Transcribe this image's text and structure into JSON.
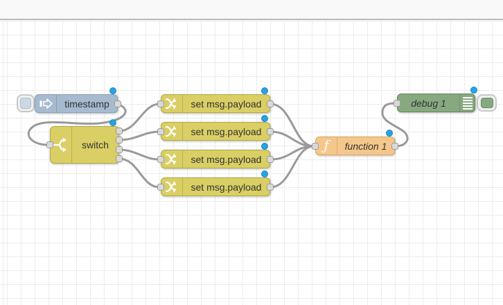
{
  "flow": {
    "nodes": {
      "inject": {
        "type": "inject",
        "label": "timestamp",
        "changed": true
      },
      "switch": {
        "type": "switch",
        "label": "switch",
        "outputs": 4,
        "changed": true
      },
      "change1": {
        "type": "change",
        "label": "set msg.payload",
        "changed": true
      },
      "change2": {
        "type": "change",
        "label": "set msg.payload",
        "changed": true
      },
      "change3": {
        "type": "change",
        "label": "set msg.payload",
        "changed": true
      },
      "change4": {
        "type": "change",
        "label": "set msg.payload",
        "changed": true
      },
      "function": {
        "type": "function",
        "label": "function 1",
        "icon_glyph": "ƒ",
        "changed": true
      },
      "debug": {
        "type": "debug",
        "label": "debug 1",
        "enabled": true,
        "changed": true
      }
    },
    "connections": [
      {
        "from": "inject",
        "to": "switch"
      },
      {
        "from": "switch output 1",
        "to": "change1"
      },
      {
        "from": "switch output 2",
        "to": "change2"
      },
      {
        "from": "switch output 3",
        "to": "change3"
      },
      {
        "from": "switch output 4",
        "to": "change4"
      },
      {
        "from": "change1",
        "to": "function"
      },
      {
        "from": "change2",
        "to": "function"
      },
      {
        "from": "change3",
        "to": "function"
      },
      {
        "from": "change4",
        "to": "function"
      },
      {
        "from": "function",
        "to": "debug"
      }
    ],
    "colors": {
      "inject_fill": "#a6bbcf",
      "inject_border": "#89a0b5",
      "switch_fill": "#d9cf64",
      "switch_border": "#b3a942",
      "change_fill": "#d9cf64",
      "change_border": "#b3a942",
      "function_fill": "#f6c78b",
      "function_border": "#d9a860",
      "debug_fill": "#87a980",
      "debug_border": "#63805c",
      "wire": "#999999",
      "port_fill": "#d9d9d9",
      "port_border": "#999999",
      "changed_indicator": "#29a3e3",
      "grid_line": "#ececec"
    }
  }
}
